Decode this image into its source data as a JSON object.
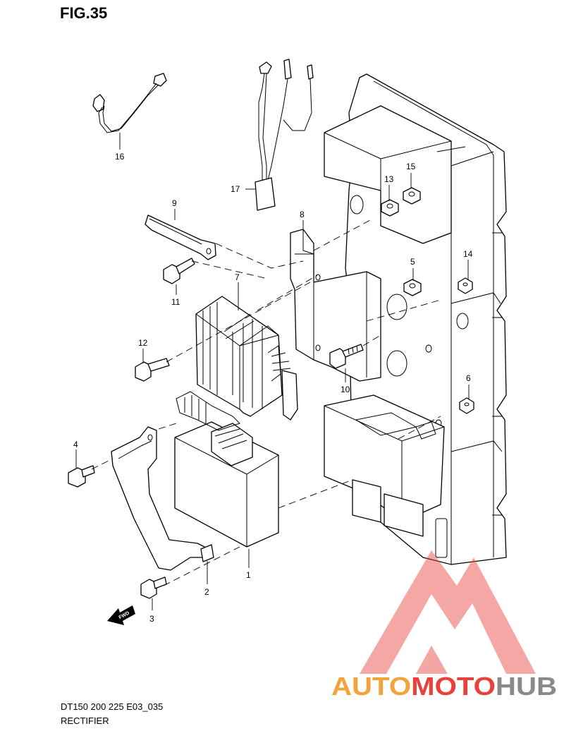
{
  "figure": {
    "title": "FIG.35",
    "model_code": "DT150 200 225 E03_035",
    "section_name": "RECTIFIER"
  },
  "callouts": [
    "1",
    "2",
    "3",
    "4",
    "5",
    "6",
    "7",
    "8",
    "9",
    "10",
    "11",
    "12",
    "13",
    "14",
    "15",
    "16",
    "17"
  ],
  "fwd_label": "FWD",
  "watermark": {
    "part1": "AUTO",
    "part2": "MOTO",
    "part3": "HUB",
    "color_red": "#e8413c",
    "color_orange": "#f4a23a",
    "color_gray": "#8a8a8a"
  }
}
